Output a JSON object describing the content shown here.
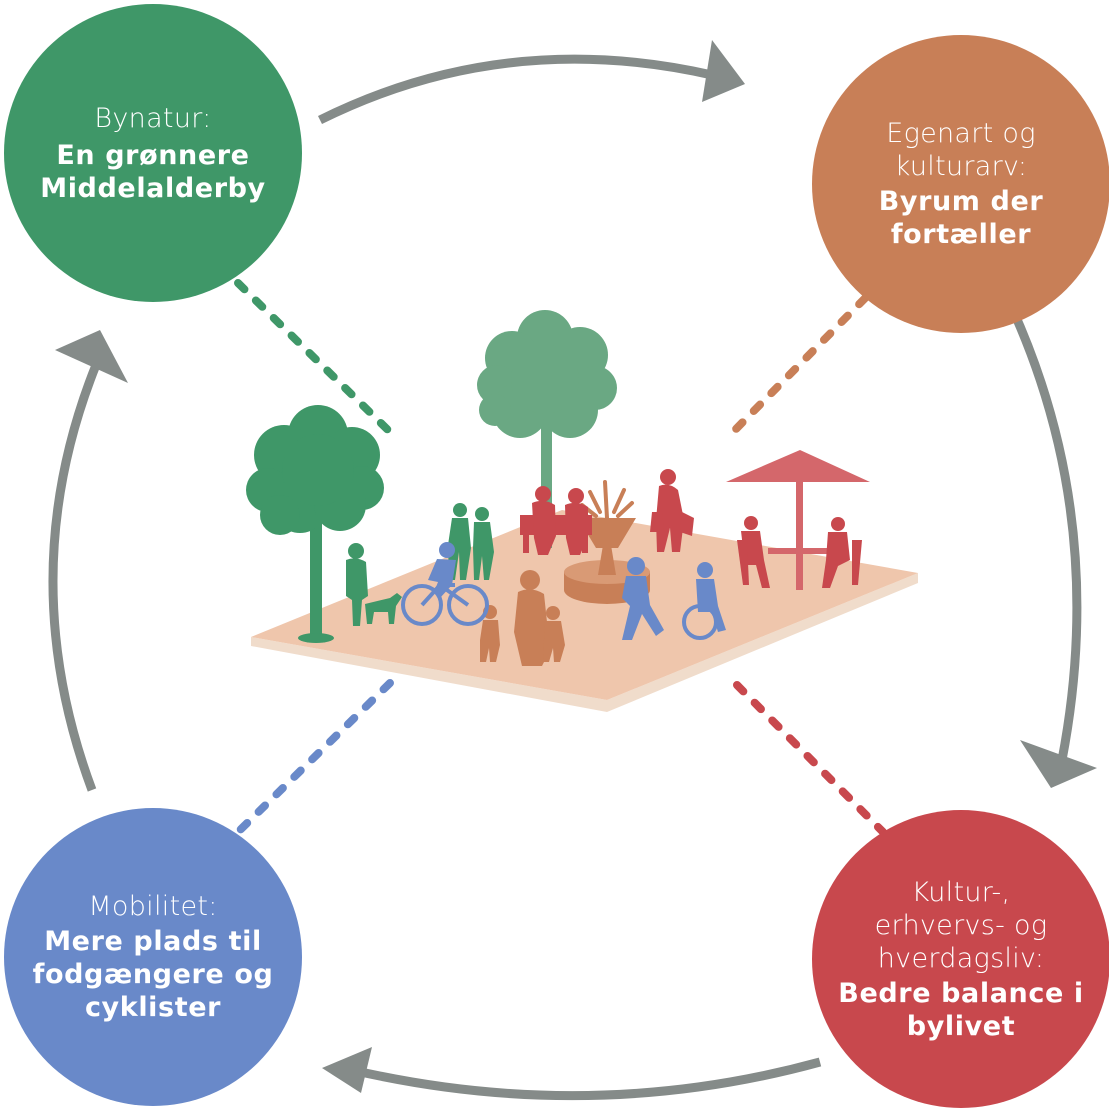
{
  "colors": {
    "nature": "#3f9768",
    "culture": "#c87f57",
    "life": "#c8484d",
    "mobility": "#6989c9",
    "arrow": "#858b89",
    "ground_top": "#efc6ac",
    "ground_edge": "#f0dccb"
  },
  "circles": {
    "nature": {
      "intro": [
        "Bynatur:"
      ],
      "main": [
        "En grønnere",
        "Middelalderby"
      ]
    },
    "culture": {
      "intro": [
        "Egenart og",
        "kulturarv:"
      ],
      "main": [
        "Byrum der",
        "fortæller"
      ]
    },
    "life": {
      "intro": [
        "Kultur-,",
        "erhvervs- og",
        "hverdagsliv:"
      ],
      "main": [
        "Bedre balance i",
        "bylivet"
      ]
    },
    "mobility": {
      "intro": [
        "Mobilitet:"
      ],
      "main": [
        "Mere plads til",
        "fodgængere og",
        "cyklister"
      ]
    }
  },
  "icons": {
    "arrows": [
      "arrow-icon",
      "arrow-icon",
      "arrow-icon",
      "arrow-icon"
    ],
    "illustration": [
      "tree-icon",
      "fountain-icon",
      "umbrella-icon",
      "person-icon",
      "bicycle-icon",
      "wheelchair-icon",
      "dog-icon",
      "bench-icon"
    ]
  }
}
